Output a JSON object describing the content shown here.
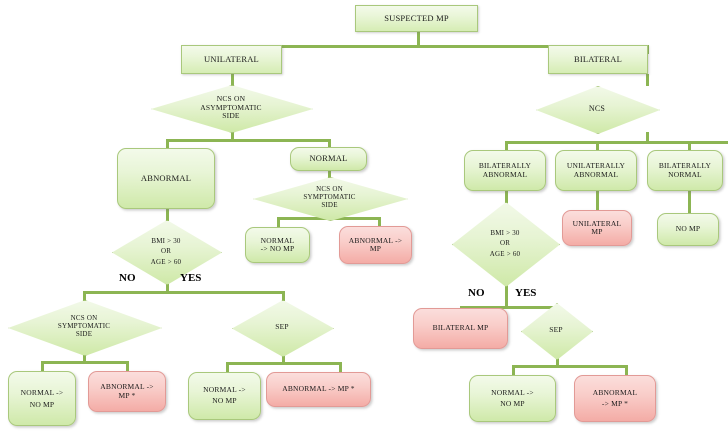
{
  "diagram": {
    "title": "Suspected MP diagnostic flowchart",
    "colors": {
      "line": "#8cb553",
      "green_fill": "#e8f5d6",
      "green_border": "#a9c87c",
      "red_fill": "#f9cdc9",
      "red_border": "#e29a96",
      "text": "#1a1a1a"
    },
    "nodes": {
      "root": "SUSPECTED MP",
      "unilateral": "UNILATERAL",
      "bilateral": "BILATERAL",
      "ncs_asymptomatic": "NCS ON\nASYMPTOMATIC\nSIDE",
      "ncs_asym_l1": "NCS ON",
      "ncs_asym_l2": "ASYMPTOMATIC",
      "ncs_asym_l3": "SIDE",
      "abnormal_left": "ABNORMAL",
      "normal_left": "NORMAL",
      "ncs_sym_top_l1": "NCS ON",
      "ncs_sym_top_l2": "SYMPTOMATIC",
      "ncs_sym_top_l3": "SIDE",
      "normal_no_mp_top_l1": "NORMAL",
      "normal_no_mp_top_l2": "-> NO MP",
      "abnormal_mp_top_l1": "ABNORMAL ->",
      "abnormal_mp_top_l2": "MP",
      "bmi_left_l1": "BMI > 30",
      "bmi_left_l2": "OR",
      "bmi_left_l3": "AGE > 60",
      "ncs_sym_bottom_l1": "NCS ON",
      "ncs_sym_bottom_l2": "SYMPTOMATIC",
      "ncs_sym_bottom_l3": "SIDE",
      "sep_left": "SEP",
      "normal_no_mp_bl_l1": "NORMAL  ->",
      "normal_no_mp_bl_l2": "NO MP",
      "abnormal_mp_star_bl_l1": "ABNORMAL   ->",
      "abnormal_mp_star_bl_l2": "MP *",
      "normal_no_mp_bm_l1": "NORMAL ->",
      "normal_no_mp_bm_l2": "NO MP",
      "abnormal_mp_star_bm": "ABNORMAL -> MP *",
      "ncs_right": "NCS",
      "bilaterally_abnormal_l1": "BILATERALLY",
      "bilaterally_abnormal_l2": "ABNORMAL",
      "unilaterally_abnormal_l1": "UNILATERALLY",
      "unilaterally_abnormal_l2": "ABNORMAL",
      "bilaterally_normal_l1": "BILATERALLY",
      "bilaterally_normal_l2": "NORMAL",
      "unilateral_mp_l1": "UNILATERAL",
      "unilateral_mp_l2": "MP",
      "no_mp_right": "NO MP",
      "bmi_right_l1": "BMI > 30",
      "bmi_right_l2": "OR",
      "bmi_right_l3": "AGE > 60",
      "bilateral_mp": "BILATERAL MP",
      "sep_right": "SEP",
      "normal_no_mp_br_l1": "NORMAL ->",
      "normal_no_mp_br_l2": "NO MP",
      "abnormal_mp_star_br_l1": "ABNORMAL",
      "abnormal_mp_star_br_l2": "-> MP *"
    },
    "branch_labels": {
      "left_no": "NO",
      "left_yes": "YES",
      "right_no": "NO",
      "right_yes": "YES"
    }
  }
}
